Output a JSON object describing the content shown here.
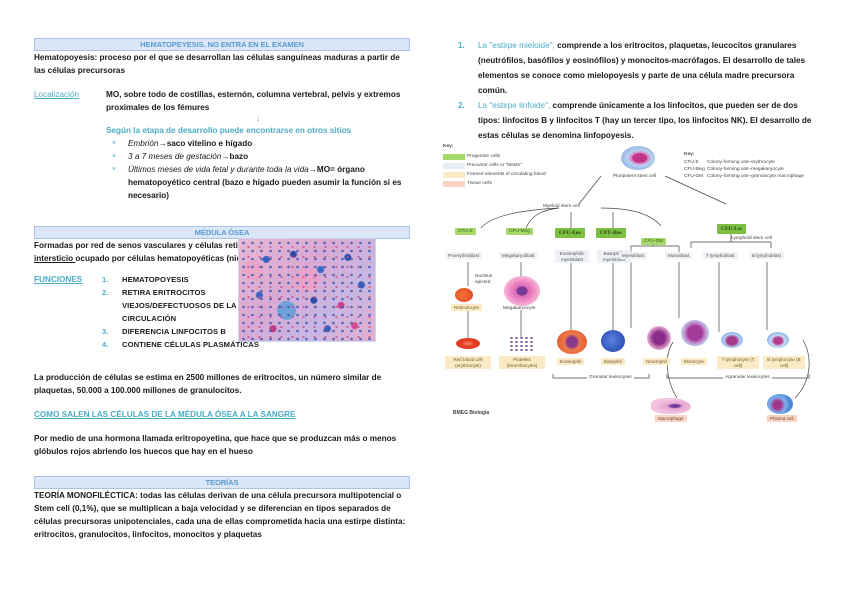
{
  "left": {
    "band1": "HEMATOPEYESIS. NO ENTRA EN EL EXAMEN",
    "intro": "Hematopoyesis: proceso por el que se desarrollan las células sanguíneas maduras a partir de las células precursoras",
    "localizacion_label": "Localización",
    "localizacion_text": "MO, sobre todo de costillas, esternón, columna vertebral, pelvis y extremos proximales de los fémures",
    "down_arrow": "↓",
    "etapa_heading": "Según la etapa de desarrollo puede encontrarse en otros sitios",
    "bullet_marker": "×",
    "etapas": [
      {
        "italic": "Embrión",
        "rest": "→saco vitelino e hígado"
      },
      {
        "italic": "3 a 7 meses de gestación",
        "rest": "→bazo"
      },
      {
        "italic": "Últimos meses de vida fetal y durante toda la vida",
        "rest": "→MO= órgano hematopoyético central (bazo e hígado pueden asumir la función si es necesario)"
      }
    ],
    "band2": "MÉDULA ÓSEA",
    "medula_text_1": "Formadas por red de senos vasculares y células reticulares adventicias que forman el ",
    "medula_underlined": "intersticio ",
    "medula_text_2": "ocupado por células hematopoyéticas (nidos o islas hematopoyéticas)",
    "funciones_label": "FUNCIONES",
    "funciones": [
      {
        "num": "1.",
        "text": "HEMATOPOYESIS"
      },
      {
        "num": "2.",
        "text": "RETIRA ERITROCITOS VIEJOS/DEFECTUOSOS DE LA CIRCULACIÓN"
      },
      {
        "num": "3.",
        "text": "DIFERENCIA LINFOCITOS B"
      },
      {
        "num": "4.",
        "text": "CONTIENE CÉLULAS PLASMÁTICAS"
      }
    ],
    "produccion": "La producción de células se estima en 2500 millones de eritrocitos, un número similar de plaquetas, 50.000 a 100.000 millones de granulocitos.",
    "como_salen_link": "COMO SALEN LAS CÉLULAS DE LA MÉDULA ÓSEA A LA SANGRE",
    "como_salen_text": "Por medio de una hormona llamada eritropoyetina, que hace que se produzcan más o menos glóbulos rojos abriendo los huecos que hay en el hueso",
    "band3": "TEORÍAS",
    "teoria_text": "TEORÍA MONOFILÉCTICA: todas las células derivan de una célula precursora multipotencial o Stem cell (0,1%), que se multiplican a baja velocidad y se diferencian en tipos separados de células precursoras unipotenciales, cada una de ellas comprometida hacia una estirpe distinta: eritrocitos, granulocitos, linfocitos, monocitos y plaquetas"
  },
  "right": {
    "items": [
      {
        "num": "1.",
        "highlight": "La \"estirpe mieloide\",",
        "text": " comprende a los eritrocitos, plaquetas, leucocitos granulares (neutrófilos, basófilos y eosinófilos) y monocitos-macrófagos. El desarrollo de tales elementos se conoce como mielopoyesis y parte de una célula madre precursora común."
      },
      {
        "num": "2.",
        "highlight": "La \"estirpe linfoide\",",
        "text": " comprende únicamente a los linfocitos, que pueden ser de dos tipos: linfocitos B y linfocitos T (hay un tercer tipo, los linfocitos NK). El desarrollo de estas células se denomina linfopoyesis."
      }
    ]
  },
  "diagram": {
    "key_title": "Key:",
    "key_items": [
      {
        "label": "Progenitor cells",
        "color": "#a6d96a"
      },
      {
        "label": "Precursor cells or \"blasts\"",
        "color": "#eef1f5"
      },
      {
        "label": "Formed elements of circulating blood",
        "color": "#fbebc5"
      },
      {
        "label": "Tissue cells",
        "color": "#f9d3c4"
      }
    ],
    "key2_title": "Key:",
    "key2_items": [
      {
        "abbr": "CFU-E",
        "desc": "Colony-forming unit–erythrocyte"
      },
      {
        "abbr": "CFU-Meg",
        "desc": "Colony-forming unit–megakaryocyte"
      },
      {
        "abbr": "CFU-GM",
        "desc": "Colony-forming unit–granulocyte macrophage"
      }
    ],
    "pluripotent": "Pluripotent stem cell",
    "myeloid": "Myeloid stem cell",
    "lymphoid": "Lymphoid stem cell",
    "cfu_lsc": "CFU-Lsc",
    "cfu": [
      "CFU-E",
      "CFU-Meg",
      "CFU-Eos",
      "CFU-Bas",
      "CFU-GM"
    ],
    "blasts": [
      "Proerythroblast",
      "Megakaryoblast",
      "Eosinophilic myeloblast",
      "Basophilic myeloblast",
      "Myeloblast",
      "Monoblast",
      "T lymphoblast",
      "B lymphoblast"
    ],
    "nucleus_ejected": "Nucleus ejected",
    "reticulocyte": "Reticulocyte",
    "megakaryocyte": "Megakaryocyte",
    "formed": [
      "Red blood cell (erythrocyte)",
      "Platelets (thrombocytes)",
      "Eosinophil",
      "Basophil",
      "Neutrophil",
      "Monocyte",
      "T lymphocyte (T cell)",
      "B lymphocyte (B cell)"
    ],
    "granular": "Granular leukocytes",
    "agranular": "Agranular leukocytes",
    "macrophage": "Macrophage",
    "plasma_cell": "Plasma cell",
    "credit": "BMEG Biología"
  }
}
